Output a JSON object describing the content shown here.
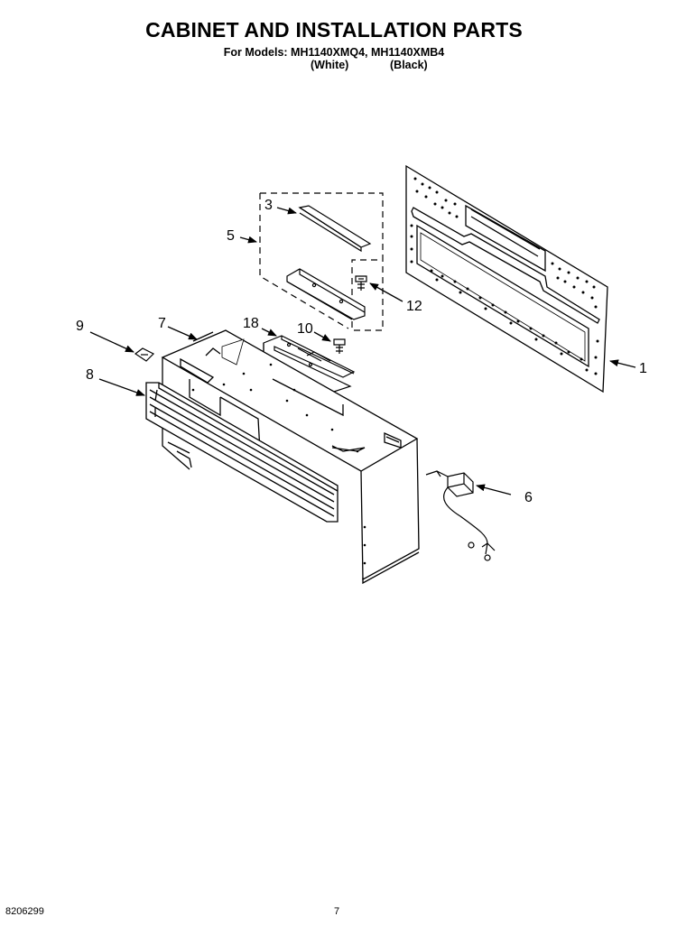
{
  "header": {
    "title": "CABINET AND INSTALLATION PARTS",
    "models_line": "For Models: MH1140XMQ4, MH1140XMB4",
    "variant_white": "(White)",
    "variant_black": "(Black)"
  },
  "callouts": {
    "c1": "1",
    "c3": "3",
    "c5": "5",
    "c6": "6",
    "c7": "7",
    "c8": "8",
    "c9": "9",
    "c10": "10",
    "c12": "12",
    "c18": "18"
  },
  "footer": {
    "doc_number": "8206299",
    "page_number": "7"
  }
}
